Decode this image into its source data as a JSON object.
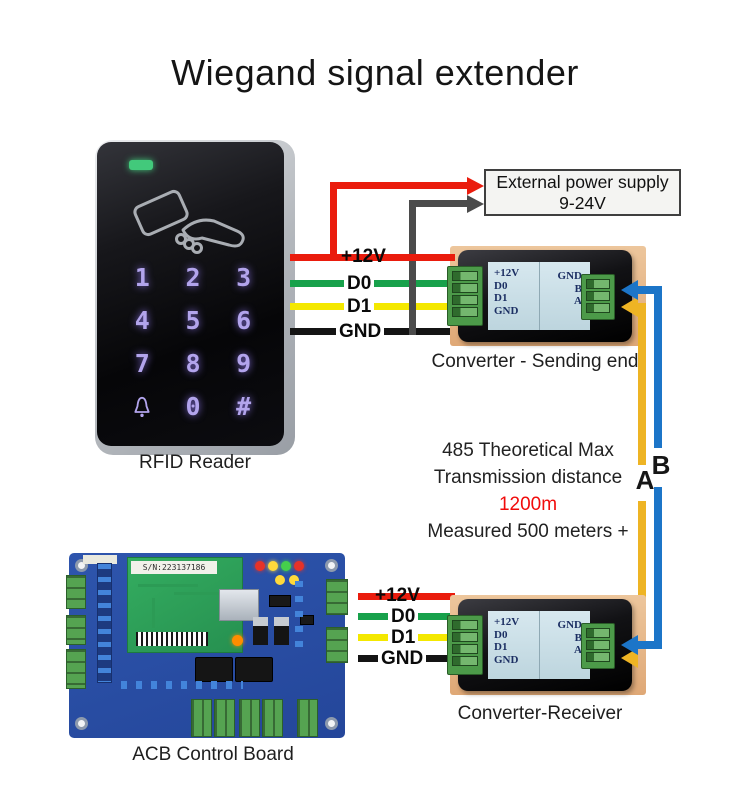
{
  "title": "Wiegand signal extender",
  "reader": {
    "caption": "RFID Reader",
    "keys": [
      "1",
      "2",
      "3",
      "4",
      "5",
      "6",
      "7",
      "8",
      "9"
    ],
    "key_zero": "0",
    "key_hash": "#"
  },
  "power_supply": {
    "line1": "External power supply",
    "line2": "9-24V"
  },
  "wire_labels": [
    "+12V",
    "D0",
    "D1",
    "GND"
  ],
  "converter": {
    "screen_left": [
      "+12V",
      "D0",
      "D1",
      "GND"
    ],
    "screen_right": [
      "GND",
      "B",
      "A"
    ]
  },
  "converter_top": {
    "caption": "Converter - Sending end"
  },
  "converter_bottom": {
    "caption": "Converter-Receiver"
  },
  "bus": {
    "a": "A",
    "b": "B"
  },
  "info": {
    "line1": "485 Theoretical Max",
    "line2": "Transmission distance",
    "line3": "1200m",
    "line4": "Measured 500 meters +"
  },
  "acb": {
    "caption": "ACB Control Board",
    "serial": "S/N:223137186"
  },
  "colors": {
    "wire_red": "#ea1c0d",
    "wire_green": "#18a14b",
    "wire_yellow": "#f4e800",
    "wire_black": "#141414",
    "wire_gray": "#4b4b4b",
    "bus_blue": "#1c75c8",
    "bus_gold": "#eeb424",
    "distance_red": "#f10b0b",
    "led_green": "#42c97b",
    "keypad_purple": "#b2a4ec"
  },
  "icons": {
    "card_swipe": "card-swipe-icon",
    "bell": "bell-icon",
    "power_led": "led-indicator"
  }
}
